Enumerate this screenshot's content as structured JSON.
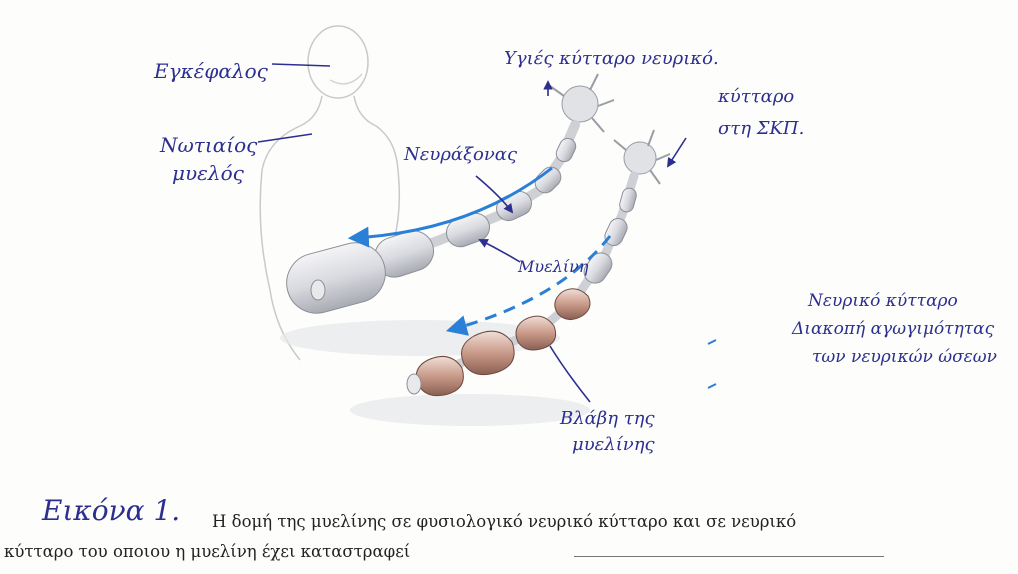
{
  "labels": {
    "brain": "Εγκέφαλος",
    "spinal_cord": [
      "Νωτιαίος",
      "μυελός"
    ],
    "healthy_cell": "Υγιές κύτταρο νευρικό.",
    "ms_cell": [
      "κύτταρο",
      "στη ΣΚΠ."
    ],
    "axon": "Νευράξονας",
    "myelin": "Μυελίνη",
    "nerve_cell_note": [
      "Νευρικό κύτταρο",
      "Διακοπή αγωγιμότητας",
      "των νευρικών ώσεων"
    ],
    "myelin_damage": [
      "Βλάβη της",
      "μυελίνης"
    ]
  },
  "caption": {
    "label": "Εικόνα 1.",
    "line1": "Η δομή της μυελίνης σε φυσιολογικό νευρικό κύτταρο και σε νευρικό",
    "line2": "κύτταρο του οποιου η μυελίνη έχει καταστραφεί"
  },
  "colors": {
    "ink": "#2c2f8f",
    "arrow_blue": "#2a7fd6",
    "myelin_damage": "#b88a7a"
  }
}
